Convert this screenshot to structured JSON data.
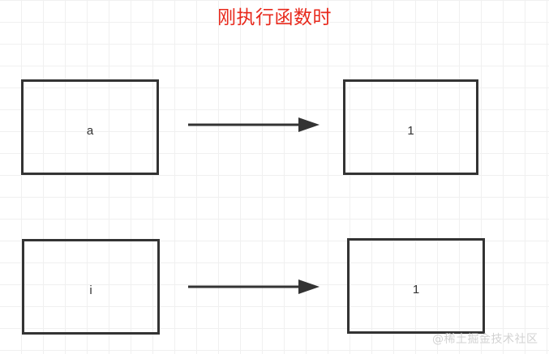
{
  "diagram": {
    "title": "刚执行函数时",
    "title_color": "#e8291c",
    "background": "#ffffff",
    "grid_color": "#f0f0f0",
    "stroke_color": "#333333",
    "nodes": [
      {
        "id": "a",
        "label": "a",
        "row": 1,
        "column": "left"
      },
      {
        "id": "a-value",
        "label": "1",
        "row": 1,
        "column": "right"
      },
      {
        "id": "i",
        "label": "i",
        "row": 2,
        "column": "left"
      },
      {
        "id": "i-value",
        "label": "1",
        "row": 2,
        "column": "right"
      }
    ],
    "edges": [
      {
        "id": "edge-a",
        "from": "a",
        "to": "a-value",
        "label": "",
        "style": "solid",
        "arrowhead": "filled-triangle"
      },
      {
        "id": "edge-i",
        "from": "i",
        "to": "i-value",
        "label": "",
        "style": "solid",
        "arrowhead": "filled-triangle"
      }
    ]
  },
  "watermark": {
    "text": "@稀土掘金技术社区",
    "color": "#d2d2d2"
  }
}
